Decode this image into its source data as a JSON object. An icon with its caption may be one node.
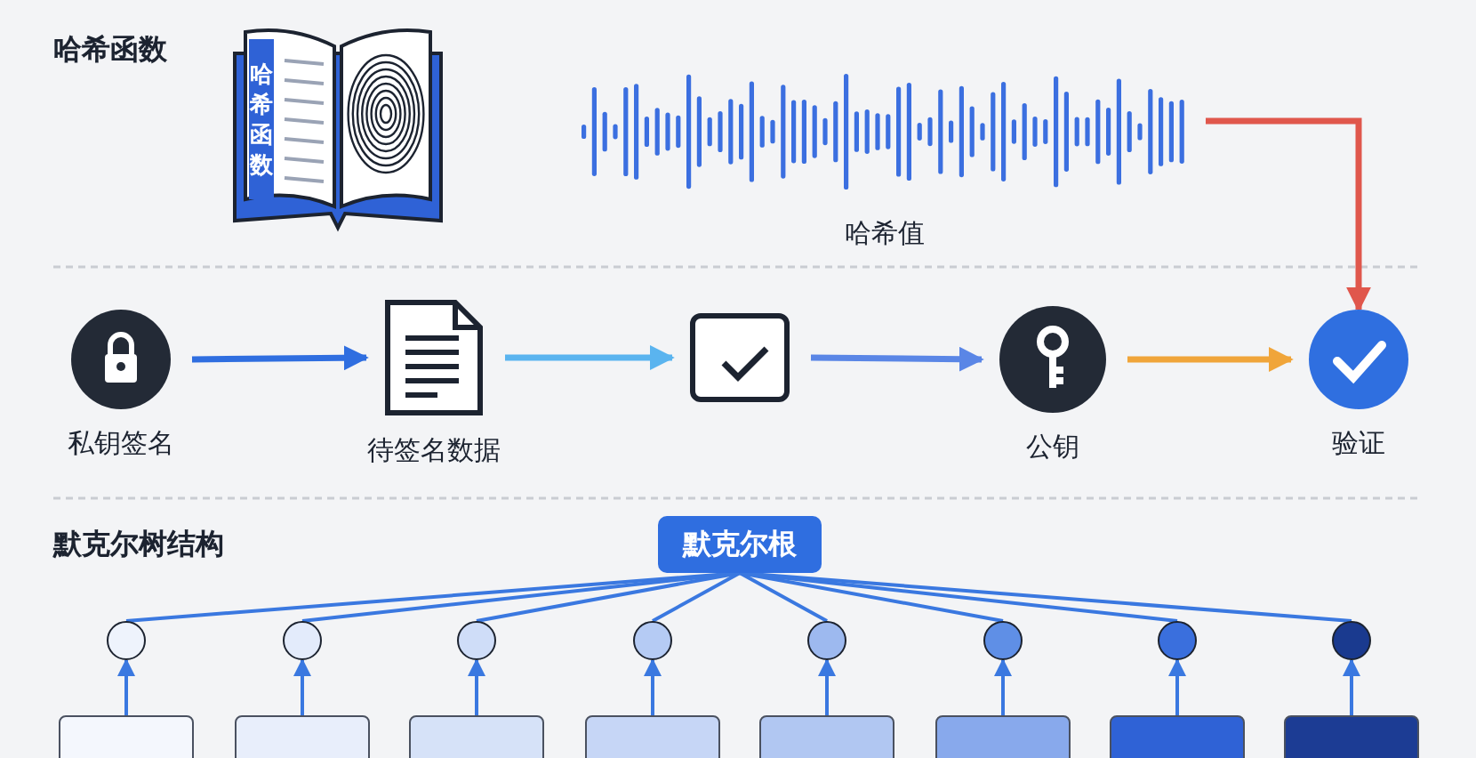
{
  "diagram": {
    "nodes": [
      {
        "text": [
          "哈希函数"
        ]
      },
      {
        "text": [],
        "shape": "picture",
        "beside": [
          "哈希值"
        ]
      },
      {
        "text": [],
        "shape": "circle",
        "beside": [
          "私钥签名"
        ]
      },
      {
        "text": [],
        "shape": "picture",
        "beside": [
          "待签名数据"
        ]
      },
      {
        "text": [],
        "shape": "box"
      },
      {
        "text": [],
        "shape": "circle",
        "beside": [
          "公钥"
        ]
      },
      {
        "text": [],
        "shape": "circle",
        "beside": [
          "验证"
        ]
      },
      {
        "text": [
          "默克尔根"
        ]
      },
      {
        "text": [],
        "shape": "circle"
      },
      {
        "text": [],
        "shape": "circle"
      },
      {
        "text": [],
        "shape": "circle"
      },
      {
        "text": [],
        "shape": "circle"
      },
      {
        "text": [],
        "shape": "circle"
      },
      {
        "text": [],
        "shape": "circle"
      },
      {
        "text": [],
        "shape": "circle"
      },
      {
        "text": [],
        "shape": "circle"
      },
      {
        "text": [],
        "shape": "box"
      },
      {
        "text": [],
        "shape": "box"
      },
      {
        "text": [],
        "shape": "box"
      },
      {
        "text": [],
        "shape": "box"
      },
      {
        "text": [],
        "shape": "box"
      },
      {
        "text": [],
        "shape": "box"
      },
      {
        "text": [],
        "shape": "box"
      },
      {
        "text": [],
        "shape": "box"
      }
    ],
    "edges": [
      {
        "from": 2,
        "to": 3,
        "arrow": "to",
        "color": "#2f6ee0"
      },
      {
        "from": 1,
        "to": 6,
        "arrow": "to",
        "color": "#e0574c"
      },
      {
        "from": 3,
        "to": 4,
        "arrow": "to",
        "color": "#5ab4ef"
      },
      {
        "from": 4,
        "to": 5,
        "arrow": "to",
        "color": "#5a86e6"
      },
      {
        "from": 5,
        "to": 6,
        "arrow": "to",
        "color": "#f0a53a"
      },
      {
        "from": 7,
        "to": 8,
        "arrow": "none"
      },
      {
        "from": 7,
        "to": 9,
        "arrow": "none"
      },
      {
        "from": 7,
        "to": 10,
        "arrow": "none"
      },
      {
        "from": 7,
        "to": 11,
        "arrow": "none"
      },
      {
        "from": 7,
        "to": 12,
        "arrow": "none"
      },
      {
        "from": 7,
        "to": 13,
        "arrow": "none"
      },
      {
        "from": 7,
        "to": 14,
        "arrow": "none"
      },
      {
        "from": 7,
        "to": 15,
        "arrow": "none"
      },
      {
        "from": 16,
        "to": 8,
        "arrow": "to"
      },
      {
        "from": 17,
        "to": 9,
        "arrow": "to"
      },
      {
        "from": 18,
        "to": 10,
        "arrow": "to"
      },
      {
        "from": 19,
        "to": 11,
        "arrow": "to"
      },
      {
        "from": 20,
        "to": 12,
        "arrow": "to"
      },
      {
        "from": 21,
        "to": 13,
        "arrow": "to"
      },
      {
        "from": 22,
        "to": 14,
        "arrow": "to"
      },
      {
        "from": 23,
        "to": 15,
        "arrow": "to"
      }
    ],
    "labels": [
      "哈希函数",
      "默克尔树结构"
    ]
  }
}
